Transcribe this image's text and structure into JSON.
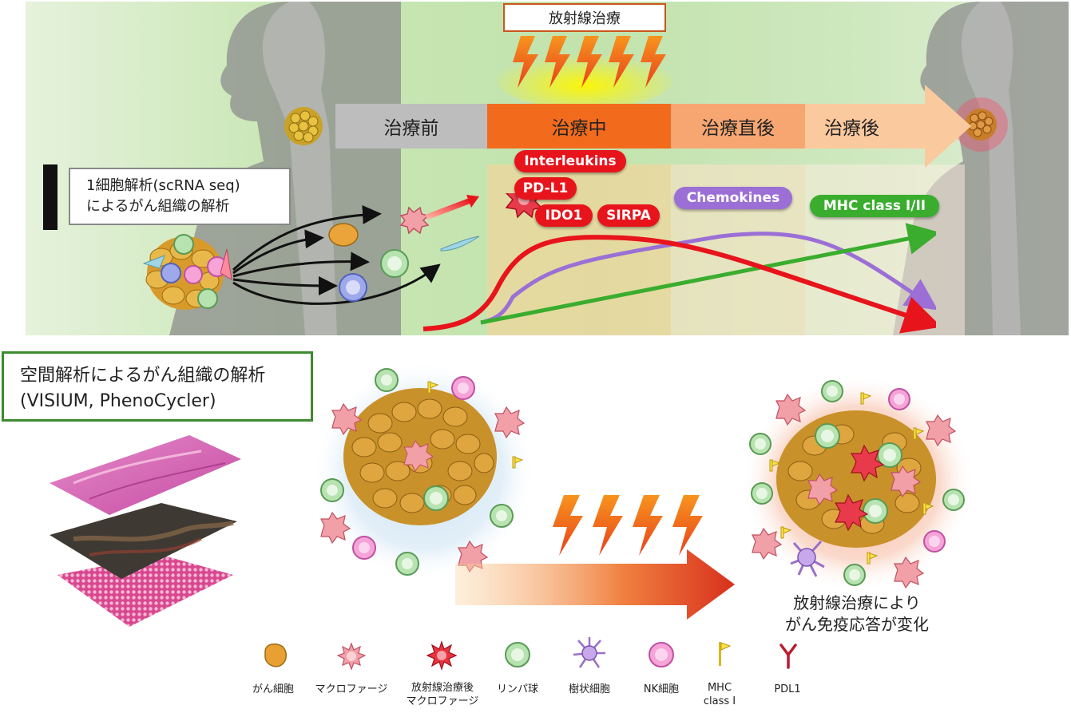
{
  "radiation_title": "放射線治療",
  "phases": [
    "治療前",
    "治療中",
    "治療直後",
    "治療後"
  ],
  "sc_box": {
    "line1": "1細胞解析(scRNA seq)",
    "line2": "によるがん組織の解析"
  },
  "markers": {
    "interleukins": "Interleukins",
    "pdl1": "PD-L1",
    "ido1": "IDO1",
    "sirpa": "SIRPA",
    "chemokines": "Chemokines",
    "mhc": "MHC class I/II"
  },
  "spatial_box": {
    "line1": "空間解析によるがん組織の解析",
    "line2": "(VISIUM, PhenoCycler)"
  },
  "result_text": {
    "line1": "放射線治療により",
    "line2": "がん免疫応答が変化"
  },
  "legend": [
    {
      "name": "cancer-cell",
      "label": "がん細胞"
    },
    {
      "name": "macrophage",
      "label": "マクロファージ"
    },
    {
      "name": "post-rt-macrophage",
      "label": "放射線治療後",
      "label2": "マクロファージ"
    },
    {
      "name": "lymphocyte",
      "label": "リンパ球"
    },
    {
      "name": "dendritic-cell",
      "label": "樹状細胞"
    },
    {
      "name": "nk-cell",
      "label": "NK細胞"
    },
    {
      "name": "mhc",
      "label": "MHC",
      "label2": "class I"
    },
    {
      "name": "pdl1",
      "label": "PDL1"
    }
  ],
  "colors": {
    "interleukins": "#e8141c",
    "chemokines": "#9b6fd6",
    "mhc": "#3aad2e",
    "phase_before": "#bdbdbd",
    "phase_during": "#f26b1d",
    "phase_after1": "#f7a672",
    "phase_after2": "#fbc99e",
    "spatial_border": "#3d8b2f"
  }
}
